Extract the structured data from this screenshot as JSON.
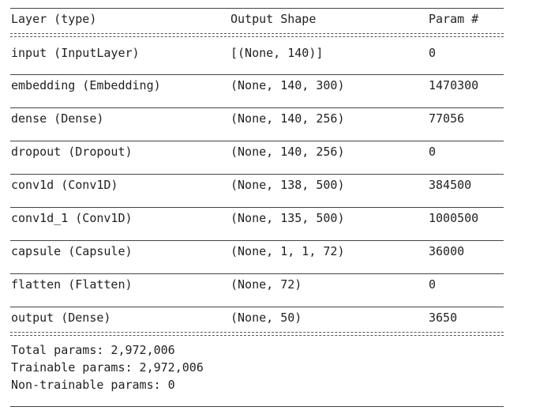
{
  "header": {
    "layer": "Layer (type)",
    "output_shape": "Output Shape",
    "params": "Param #"
  },
  "rows": [
    {
      "layer": "input (InputLayer)",
      "output_shape": "[(None, 140)]",
      "params": "0"
    },
    {
      "layer": "embedding (Embedding)",
      "output_shape": "(None, 140, 300)",
      "params": "1470300"
    },
    {
      "layer": "dense (Dense)",
      "output_shape": "(None, 140, 256)",
      "params": "77056"
    },
    {
      "layer": "dropout (Dropout)",
      "output_shape": "(None, 140, 256)",
      "params": "0"
    },
    {
      "layer": "conv1d (Conv1D)",
      "output_shape": "(None, 138, 500)",
      "params": "384500"
    },
    {
      "layer": "conv1d_1 (Conv1D)",
      "output_shape": "(None, 135, 500)",
      "params": "1000500"
    },
    {
      "layer": "capsule (Capsule)",
      "output_shape": "(None, 1, 1, 72)",
      "params": "36000"
    },
    {
      "layer": "flatten (Flatten)",
      "output_shape": "(None, 72)",
      "params": "0"
    },
    {
      "layer": "output (Dense)",
      "output_shape": "(None, 50)",
      "params": "3650"
    }
  ],
  "totals": {
    "total": "Total params: 2,972,006",
    "trainable": "Trainable params: 2,972,006",
    "non_trainable": "Non-trainable params: 0"
  }
}
